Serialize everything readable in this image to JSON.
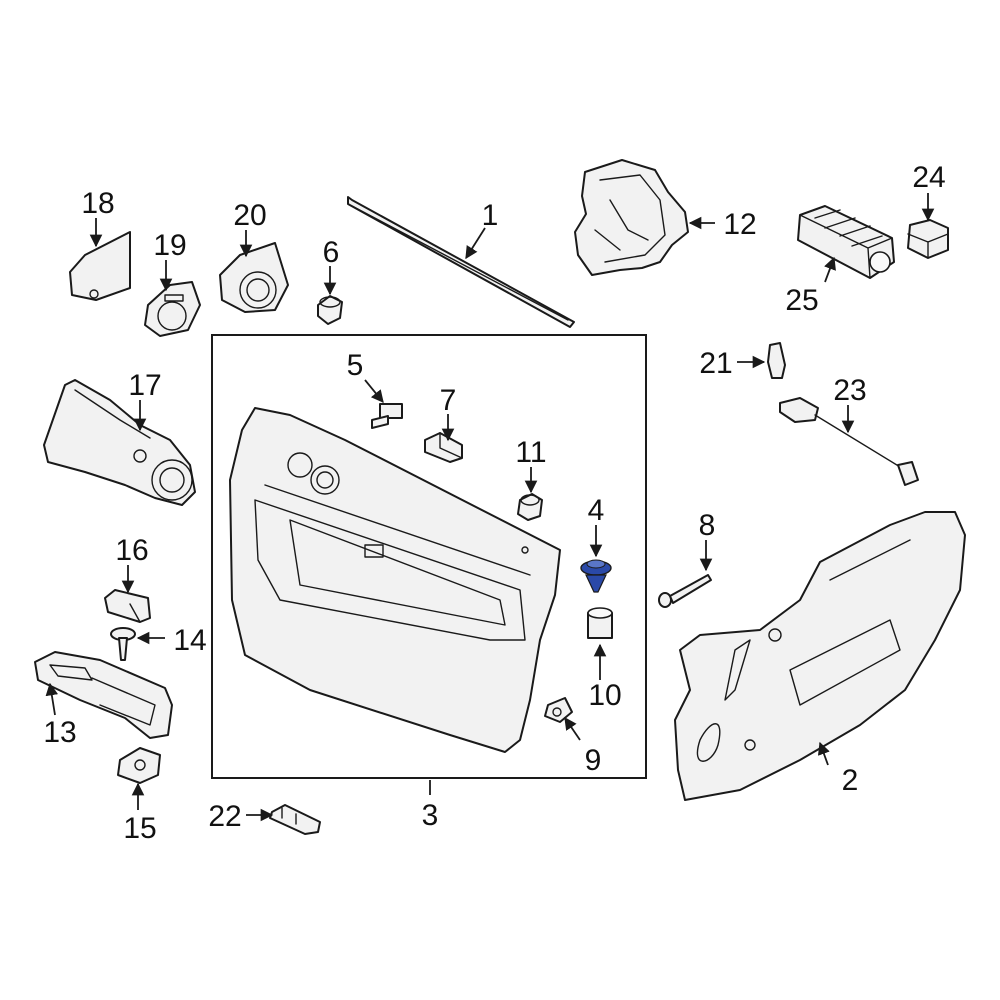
{
  "colors": {
    "highlight": "#2a49a8",
    "highlight_light": "#5a76c8",
    "line": "#1a1a1a",
    "part_fill": "#f2f2f2"
  },
  "callouts": {
    "c1": "1",
    "c2": "2",
    "c3": "3",
    "c4": "4",
    "c5": "5",
    "c6": "6",
    "c7": "7",
    "c8": "8",
    "c9": "9",
    "c10": "10",
    "c11": "11",
    "c12": "12",
    "c13": "13",
    "c14": "14",
    "c15": "15",
    "c16": "16",
    "c17": "17",
    "c18": "18",
    "c19": "19",
    "c20": "20",
    "c21": "21",
    "c22": "22",
    "c23": "23",
    "c24": "24",
    "c25": "25"
  },
  "highlighted_part": "4"
}
